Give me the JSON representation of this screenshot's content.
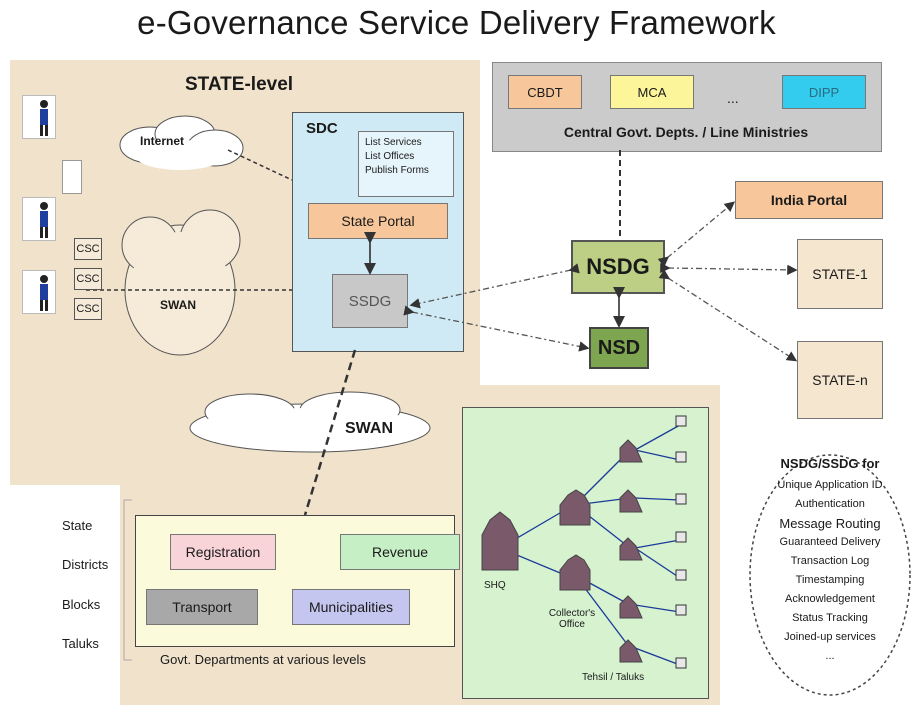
{
  "title": "e-Governance Service Delivery Framework",
  "state_level_label": "STATE-level",
  "central": {
    "depts": [
      "CBDT",
      "MCA",
      "...",
      "DIPP"
    ],
    "label": "Central Govt. Depts. / Line Ministries",
    "colors": {
      "cbdt": "#f7c79b",
      "mca": "#fdf59a",
      "dipp": "#33ccee"
    }
  },
  "sdc": {
    "label": "SDC",
    "list": [
      "List Services",
      "List Offices",
      "Publish Forms"
    ],
    "state_portal": "State Portal",
    "ssdg": "SSDG"
  },
  "nsdg": "NSDG",
  "nsd": "NSD",
  "india_portal": "India Portal",
  "state_1": "STATE-1",
  "state_n": "STATE-n",
  "clouds": {
    "internet": "Internet",
    "swan_upper": "SWAN",
    "swan_lower": "SWAN"
  },
  "csc_labels": [
    "CSC",
    "CSC",
    "CSC"
  ],
  "levels": [
    "State",
    "Districts",
    "Blocks",
    "Taluks"
  ],
  "govt_departments": {
    "registration": "Registration",
    "revenue": "Revenue",
    "transport": "Transport",
    "municipalities": "Municipalities",
    "label": "Govt. Departments at various levels"
  },
  "tree": {
    "shq": "SHQ",
    "collector": "Collector's Office",
    "tehsil": "Tehsil / Taluks"
  },
  "features": {
    "title": "NSDG/SSDG for",
    "items": [
      "Unique Application ID",
      "Authentication",
      "Message Routing",
      "Guaranteed Delivery",
      "Transaction Log",
      "Timestamping",
      "Acknowledgement",
      "Status Tracking",
      "Joined-up services",
      "..."
    ]
  }
}
